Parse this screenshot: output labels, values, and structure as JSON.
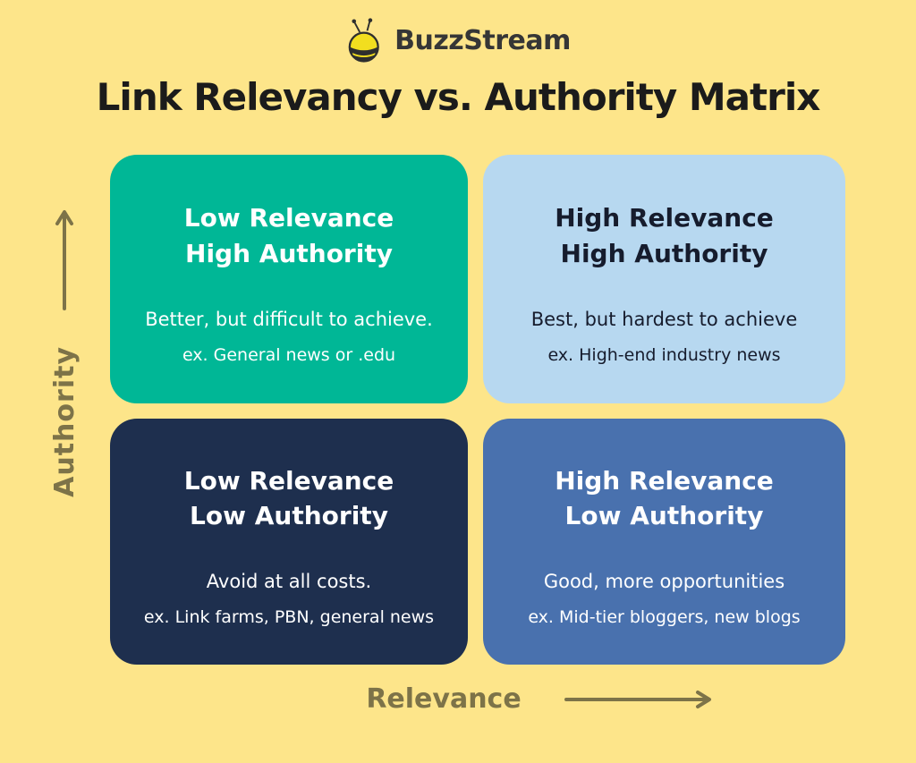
{
  "logo": {
    "brand": "BuzzStream",
    "icon": "bee-icon"
  },
  "title": "Link Relevancy vs. Authority Matrix",
  "axes": {
    "y_label": "Authority",
    "x_label": "Relevance",
    "arrow_color": "#7D7348"
  },
  "colors": {
    "background": "#FDE58A",
    "title_text": "#1B1B1B",
    "brand_text": "#363636",
    "axis_text": "#7D7348",
    "quadrant_green": "#00B796",
    "quadrant_light_blue": "#B7D8F0",
    "quadrant_navy": "#1E2F4E",
    "quadrant_blue": "#4971AE"
  },
  "matrix": {
    "quadrants": [
      {
        "position": "top-left",
        "heading_line1": "Low Relevance",
        "heading_line2": "High Authority",
        "description": "Better, but difficult to achieve.",
        "example": "ex. General news or .edu",
        "background": "#00B796",
        "text_color": "#FFFFFF"
      },
      {
        "position": "top-right",
        "heading_line1": "High Relevance",
        "heading_line2": "High Authority",
        "description": "Best, but hardest to achieve",
        "example": "ex. High-end industry news",
        "background": "#B7D8F0",
        "text_color": "#161C2D"
      },
      {
        "position": "bottom-left",
        "heading_line1": "Low Relevance",
        "heading_line2": "Low Authority",
        "description": "Avoid at all costs.",
        "example": "ex. Link farms, PBN, general news",
        "background": "#1E2F4E",
        "text_color": "#FFFFFF"
      },
      {
        "position": "bottom-right",
        "heading_line1": "High Relevance",
        "heading_line2": "Low Authority",
        "description": "Good, more opportunities",
        "example": "ex. Mid-tier bloggers, new blogs",
        "background": "#4971AE",
        "text_color": "#FFFFFF"
      }
    ]
  }
}
